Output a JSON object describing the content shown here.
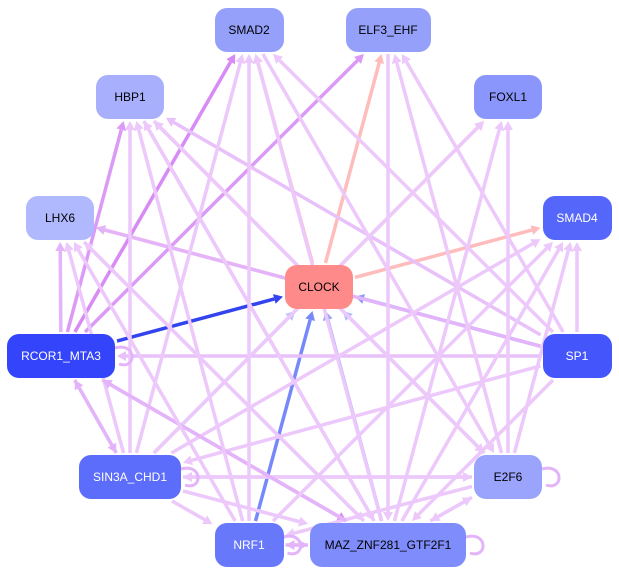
{
  "nodes": [
    {
      "id": "SMAD2",
      "label": "SMAD2",
      "color": "#95a0fb",
      "text": "#000000"
    },
    {
      "id": "ELF3_EHF",
      "label": "ELF3_EHF",
      "color": "#95a0fb",
      "text": "#000000"
    },
    {
      "id": "HBP1",
      "label": "HBP1",
      "color": "#a8b0fd",
      "text": "#000000"
    },
    {
      "id": "FOXL1",
      "label": "FOXL1",
      "color": "#8a96fb",
      "text": "#000000"
    },
    {
      "id": "LHX6",
      "label": "LHX6",
      "color": "#b0b8fe",
      "text": "#000000"
    },
    {
      "id": "SMAD4",
      "label": "SMAD4",
      "color": "#5566fb",
      "text": "#ffffff"
    },
    {
      "id": "CLOCK",
      "label": "CLOCK",
      "color": "#ff8a8a",
      "text": "#000000"
    },
    {
      "id": "RCOR1_MTA3",
      "label": "RCOR1_MTA3",
      "color": "#3344fb",
      "text": "#ffffff"
    },
    {
      "id": "SP1",
      "label": "SP1",
      "color": "#4455fb",
      "text": "#ffffff"
    },
    {
      "id": "SIN3A_CHD1",
      "label": "SIN3A_CHD1",
      "color": "#5c6cfb",
      "text": "#ffffff"
    },
    {
      "id": "E2F6",
      "label": "E2F6",
      "color": "#9aa4fc",
      "text": "#000000"
    },
    {
      "id": "NRF1",
      "label": "NRF1",
      "color": "#6878fb",
      "text": "#ffffff"
    },
    {
      "id": "MAZ_ZNF281_GTF2F1",
      "label": "MAZ_ZNF281_GTF2F1",
      "color": "#7f8cfb",
      "text": "#000000"
    }
  ],
  "edges": [
    [
      "CLOCK",
      "SMAD2",
      "#ffbcbc"
    ],
    [
      "CLOCK",
      "ELF3_EHF",
      "#ffbcbc"
    ],
    [
      "CLOCK",
      "HBP1",
      "#ffbcbc"
    ],
    [
      "CLOCK",
      "FOXL1",
      "#ffbcbc"
    ],
    [
      "CLOCK",
      "LHX6",
      "#ffbcbc"
    ],
    [
      "CLOCK",
      "SMAD4",
      "#ffbcbc"
    ],
    [
      "RCOR1_MTA3",
      "CLOCK",
      "#3344ee"
    ],
    [
      "SP1",
      "CLOCK",
      "#8899fb"
    ],
    [
      "SIN3A_CHD1",
      "CLOCK",
      "#bbc4ff"
    ],
    [
      "NRF1",
      "CLOCK",
      "#7788fb"
    ],
    [
      "MAZ_ZNF281_GTF2F1",
      "CLOCK",
      "#99a6fb"
    ],
    [
      "E2F6",
      "CLOCK",
      "#b0baff"
    ],
    [
      "RCOR1_MTA3",
      "SMAD2",
      "#d88af5"
    ],
    [
      "RCOR1_MTA3",
      "ELF3_EHF",
      "#dc9af7"
    ],
    [
      "RCOR1_MTA3",
      "HBP1",
      "#dc9af7"
    ],
    [
      "RCOR1_MTA3",
      "LHX6",
      "#e4b4fa"
    ],
    [
      "RCOR1_MTA3",
      "MAZ_ZNF281_GTF2F1",
      "#d88af5"
    ],
    [
      "RCOR1_MTA3",
      "SIN3A_CHD1",
      "#e4b4fa"
    ],
    [
      "SIN3A_CHD1",
      "RCOR1_MTA3",
      "#e4b4fa"
    ],
    [
      "SP1",
      "RCOR1_MTA3",
      "#e8c0fa"
    ],
    [
      "SP1",
      "LHX6",
      "#e4b4fa"
    ],
    [
      "SP1",
      "HBP1",
      "#e8c0fa"
    ],
    [
      "SP1",
      "SMAD4",
      "#ecc8fb"
    ],
    [
      "SP1",
      "SIN3A_CHD1",
      "#ecc8fb"
    ],
    [
      "SP1",
      "MAZ_ZNF281_GTF2F1",
      "#ecc8fb"
    ],
    [
      "SP1",
      "SMAD2",
      "#ecc8fb"
    ],
    [
      "SIN3A_CHD1",
      "SMAD2",
      "#ecc8fb"
    ],
    [
      "SIN3A_CHD1",
      "HBP1",
      "#ecc8fb"
    ],
    [
      "SIN3A_CHD1",
      "FOXL1",
      "#ecc8fb"
    ],
    [
      "SIN3A_CHD1",
      "SMAD4",
      "#ecc8fb"
    ],
    [
      "SIN3A_CHD1",
      "E2F6",
      "#ecc8fb"
    ],
    [
      "SIN3A_CHD1",
      "LHX6",
      "#ecc8fb"
    ],
    [
      "SIN3A_CHD1",
      "NRF1",
      "#ecc8fb"
    ],
    [
      "SIN3A_CHD1",
      "MAZ_ZNF281_GTF2F1",
      "#ecc8fb"
    ],
    [
      "E2F6",
      "HBP1",
      "#ecc8fb"
    ],
    [
      "E2F6",
      "FOXL1",
      "#ecc8fb"
    ],
    [
      "E2F6",
      "SMAD4",
      "#ecc8fb"
    ],
    [
      "E2F6",
      "SIN3A_CHD1",
      "#ecc8fb"
    ],
    [
      "E2F6",
      "MAZ_ZNF281_GTF2F1",
      "#ecc8fb"
    ],
    [
      "E2F6",
      "NRF1",
      "#ecc8fb"
    ],
    [
      "MAZ_ZNF281_GTF2F1",
      "HBP1",
      "#ecc8fb"
    ],
    [
      "MAZ_ZNF281_GTF2F1",
      "SMAD2",
      "#ecc8fb"
    ],
    [
      "MAZ_ZNF281_GTF2F1",
      "LHX6",
      "#ecc8fb"
    ],
    [
      "MAZ_ZNF281_GTF2F1",
      "RCOR1_MTA3",
      "#e4b4fa"
    ],
    [
      "MAZ_ZNF281_GTF2F1",
      "SMAD4",
      "#ecc8fb"
    ],
    [
      "MAZ_ZNF281_GTF2F1",
      "E2F6",
      "#ecc8fb"
    ],
    [
      "MAZ_ZNF281_GTF2F1",
      "FOXL1",
      "#ecc8fb"
    ],
    [
      "NRF1",
      "SMAD2",
      "#ecc8fb"
    ],
    [
      "NRF1",
      "HBP1",
      "#ecc8fb"
    ],
    [
      "NRF1",
      "LHX6",
      "#ecc8fb"
    ],
    [
      "NRF1",
      "SMAD4",
      "#ecc8fb"
    ],
    [
      "NRF1",
      "MAZ_ZNF281_GTF2F1",
      "#e4b4fa"
    ],
    [
      "MAZ_ZNF281_GTF2F1",
      "NRF1",
      "#e4b4fa"
    ],
    [
      "ELF3_EHF",
      "MAZ_ZNF281_GTF2F1",
      "#ecc8fb"
    ],
    [
      "SMAD2",
      "E2F6",
      "#ecc8fb"
    ],
    [
      "HBP1",
      "E2F6",
      "#ecc8fb"
    ],
    [
      "LHX6",
      "MAZ_ZNF281_GTF2F1",
      "#ecc8fb"
    ],
    [
      "HBP1",
      "MAZ_ZNF281_GTF2F1",
      "#ecc8fb"
    ],
    [
      "SP1",
      "ELF3_EHF",
      "#ecc8fb"
    ],
    [
      "E2F6",
      "ELF3_EHF",
      "#ecc8fb"
    ]
  ],
  "self_loops": [
    "RCOR1_MTA3",
    "SIN3A_CHD1",
    "E2F6",
    "MAZ_ZNF281_GTF2F1",
    "NRF1"
  ]
}
